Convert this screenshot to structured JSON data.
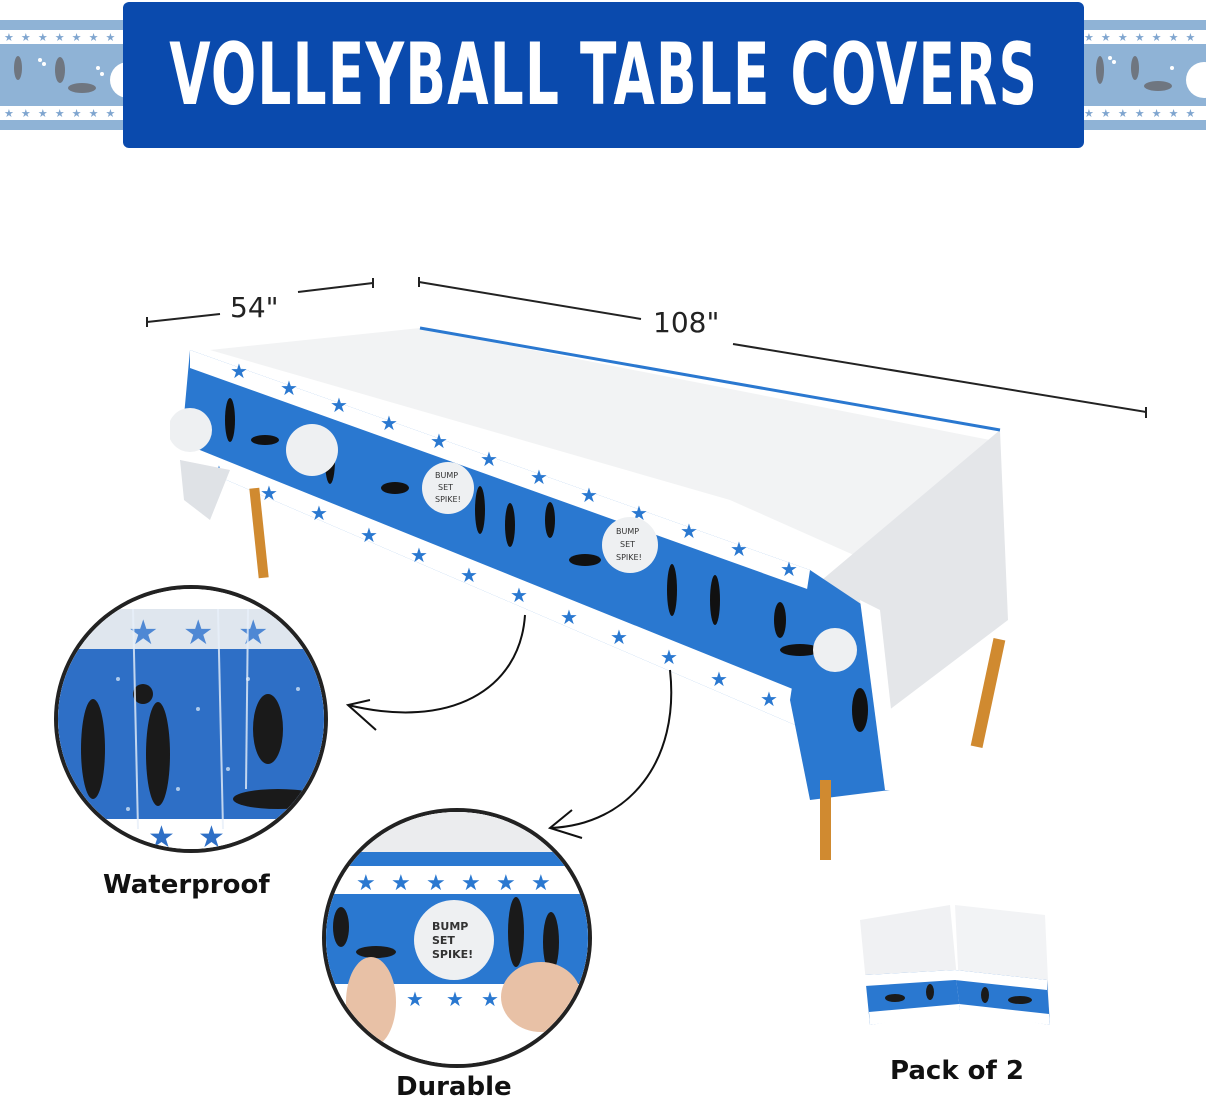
{
  "header": {
    "title": "VOLLEYBALL TABLE COVERS",
    "bg_color": "#0a4aad",
    "strip_color": "#8fb3d6"
  },
  "dimensions": {
    "width_label": "54\"",
    "length_label": "108\""
  },
  "tablecloth": {
    "primary_color": "#2a78d0",
    "border_color": "#ffffff",
    "star_color": "#2a78d0",
    "print_text": [
      "BUMP",
      "SET",
      "SPIKE!"
    ],
    "leg_color": "#d08a30"
  },
  "features": [
    {
      "label": "Waterproof",
      "icon": "water-drop-icon"
    },
    {
      "label": "Durable",
      "icon": "hands-stretch-icon"
    },
    {
      "label": "Pack of 2",
      "icon": "folded-packs-icon"
    }
  ],
  "durable_ball_text": [
    "BUMP",
    "SET",
    "SPIKE!"
  ]
}
